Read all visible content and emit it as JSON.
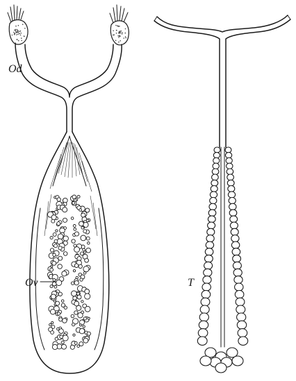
{
  "labels": {
    "oviduct": "Od",
    "ova": "Ov",
    "testis": "T"
  }
}
